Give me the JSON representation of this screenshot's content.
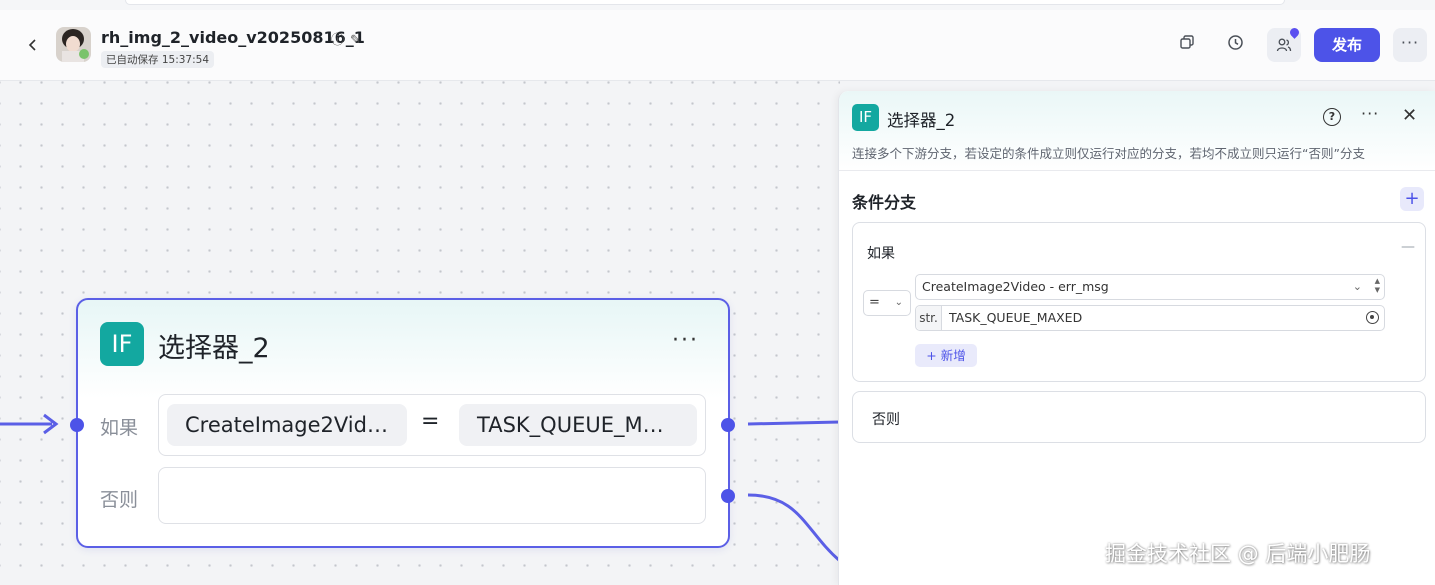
{
  "header": {
    "back_icon": "back-arrow-icon",
    "title": "rh_img_2_video_v20250816_1",
    "autosave": "已自动保存 15:37:54",
    "publish_label": "发布",
    "more_label": "···",
    "accent_color": "#4d53e8"
  },
  "node": {
    "icon_text": "IF",
    "title": "选择器_2",
    "more_label": "···",
    "if_label": "如果",
    "else_label": "否则",
    "condition_left": "CreateImage2Vid…",
    "condition_op": "=",
    "condition_right": "TASK_QUEUE_M…",
    "icon_color": "#13a8a0"
  },
  "panel": {
    "icon_text": "IF",
    "title": "选择器_2",
    "help_label": "?",
    "more_label": "···",
    "close_label": "✕",
    "description": "连接多个下游分支，若设定的条件成立则仅运行对应的分支，若均不成立则只运行“否则”分支",
    "section_title": "条件分支",
    "add_label": "+",
    "if_card": {
      "title": "如果",
      "collapse_label": "—",
      "operator": "=",
      "variable": "CreateImage2Video - err_msg",
      "value_type": "str.",
      "value": "TASK_QUEUE_MAXED",
      "add_condition_label": "+ 新增"
    },
    "else_card": {
      "title": "否则"
    }
  },
  "watermark": "掘金技术社区 @ 后端小肥肠"
}
